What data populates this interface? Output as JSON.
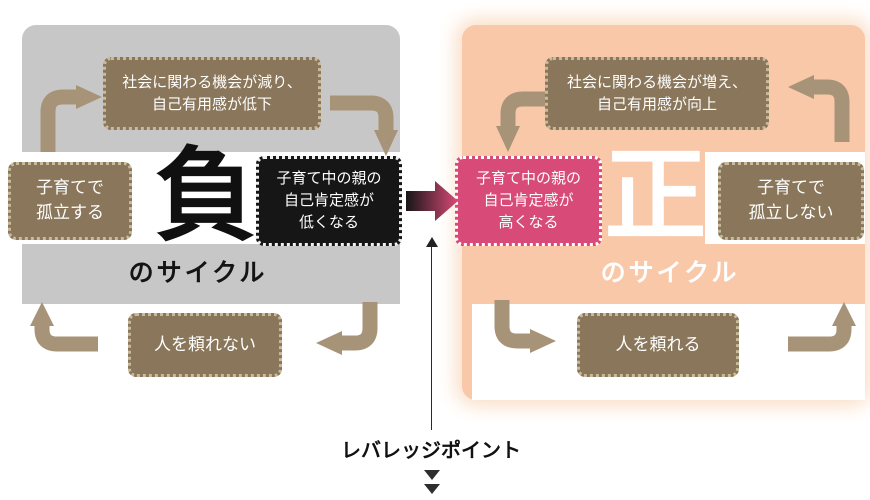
{
  "colors": {
    "negative_panel": "#c7c7c7",
    "positive_panel": "#f8c8a8",
    "box_brown": "#8a765a",
    "negative_center_bg": "#161616",
    "positive_center_bg": "#d84a78",
    "cycle_arrow": "#a79478",
    "transition_from": "#161616",
    "transition_to": "#d84a78"
  },
  "negative_cycle": {
    "big_char": "負",
    "cycle_suffix": "のサイクル",
    "top_box": "社会に関わる機会が減り、\n自己有用感が低下",
    "left_box": "子育てで\n孤立する",
    "center_box": "子育て中の親の\n自己肯定感が\n低くなる",
    "bottom_box": "人を頼れない"
  },
  "positive_cycle": {
    "big_char": "正",
    "cycle_suffix": "のサイクル",
    "top_box": "社会に関わる機会が増え、\n自己有用感が向上",
    "right_box": "子育てで\n孤立しない",
    "center_box": "子育て中の親の\n自己肯定感が\n高くなる",
    "bottom_box": "人を頼れる"
  },
  "leverage": {
    "label": "レバレッジポイント"
  }
}
